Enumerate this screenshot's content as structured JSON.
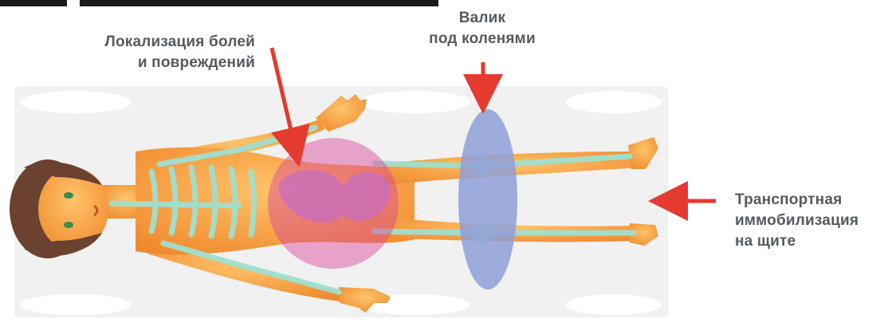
{
  "labels": {
    "pain": {
      "line1": "Локализация болей",
      "line2": "и повреждений"
    },
    "roller": {
      "line1": "Валик",
      "line2": "под коленями"
    },
    "transport": {
      "line1": "Транспортная",
      "line2": "иммобилизация",
      "line3": "на щите"
    }
  },
  "colors": {
    "label_text": "#555a60",
    "arrow": "#e53a2f",
    "pain_zone": "#d9439a",
    "roller": "#8f9fd9",
    "skin": "#f6a54a",
    "skeleton": "#9fe0cf",
    "board": "#f2f2f2",
    "hair": "#6b4130"
  }
}
